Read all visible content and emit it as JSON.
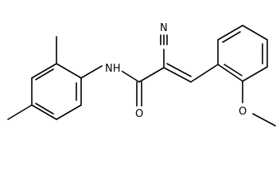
{
  "molecule": {
    "atoms": {
      "nitrile_n": "N",
      "amide_nh": "NH",
      "carbonyl_o": "O",
      "methoxy": "O"
    }
  }
}
